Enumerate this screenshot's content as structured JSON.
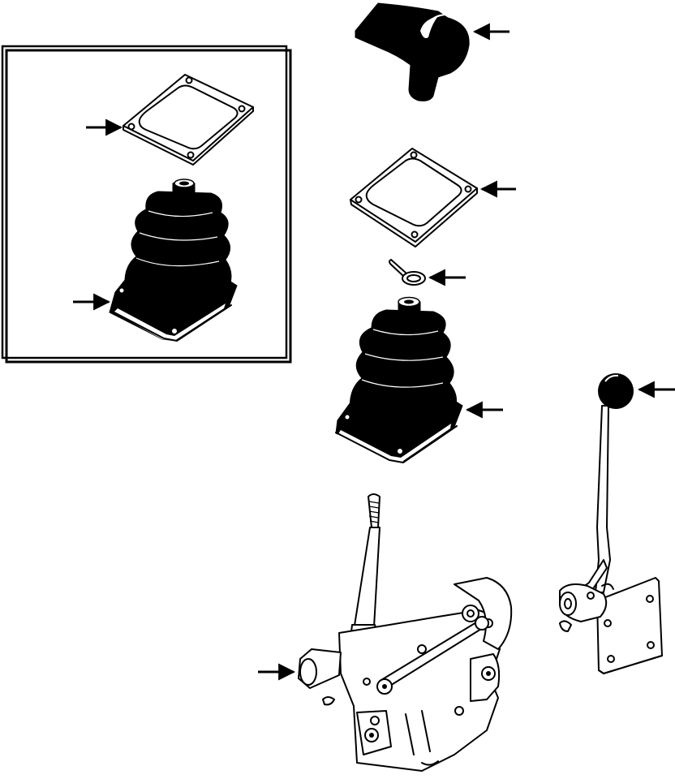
{
  "diagram": {
    "type": "exploded-parts-view",
    "colors": {
      "ink": "#000000",
      "paper": "#ffffff"
    },
    "parts": [
      {
        "id": "knob-handle",
        "icon": "t-handle-knob-icon"
      },
      {
        "id": "plate-upper",
        "icon": "gasket-plate-icon"
      },
      {
        "id": "clip",
        "icon": "spring-clip-icon"
      },
      {
        "id": "boot",
        "icon": "rubber-boot-icon"
      },
      {
        "id": "ball-lever",
        "icon": "ball-knob-lever-icon"
      },
      {
        "id": "shift-assembly",
        "icon": "shift-linkage-assembly-icon"
      },
      {
        "id": "inset-plate",
        "icon": "gasket-plate-icon"
      },
      {
        "id": "inset-boot",
        "icon": "rubber-boot-icon"
      }
    ],
    "callout_arrows": 8
  }
}
